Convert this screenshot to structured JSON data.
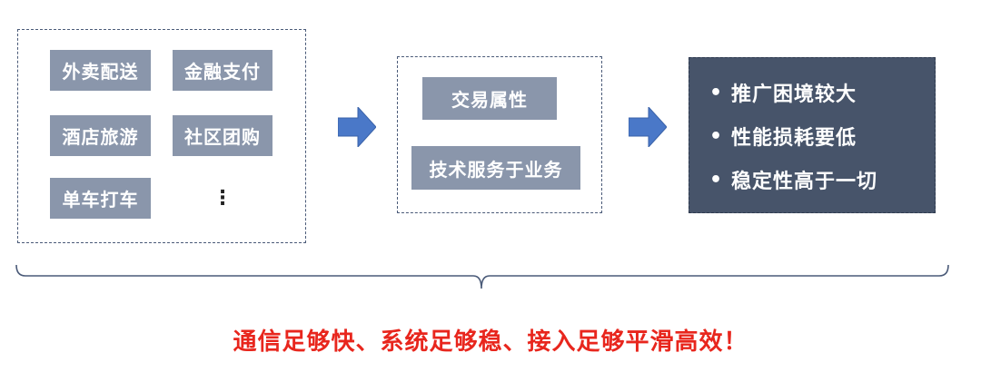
{
  "scenarios": {
    "items": [
      "外卖配送",
      "金融支付",
      "酒店旅游",
      "社区团购",
      "单车打车"
    ],
    "more": "⋮"
  },
  "attributes": {
    "items": [
      "交易属性",
      "技术服务于业务"
    ]
  },
  "requirements": {
    "bullet_glyph": "•",
    "items": [
      "推广困境较大",
      "性能损耗要低",
      "稳定性高于一切"
    ]
  },
  "slogan": "通信足够快、系统足够稳、接入足够平滑高效！",
  "colors": {
    "tag_bg": "#8a96ab",
    "arrow": "#4a78c8",
    "panel_bg": "#47546a",
    "slogan": "#e8261d"
  }
}
